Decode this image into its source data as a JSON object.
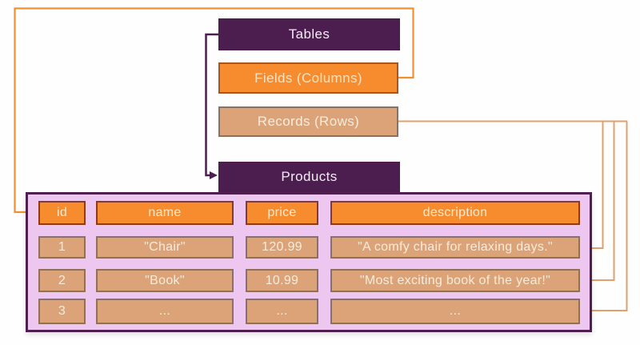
{
  "concepts": {
    "tables": {
      "label": "Tables"
    },
    "fields": {
      "label": "Fields (Columns)"
    },
    "records": {
      "label": "Records (Rows)"
    },
    "products": {
      "label": "Products"
    }
  },
  "db_table": {
    "columns": [
      "id",
      "name",
      "price",
      "description"
    ],
    "rows": [
      {
        "cells": [
          "1",
          "\"Chair\"",
          "120.99",
          "\"A comfy chair for relaxing days.\""
        ]
      },
      {
        "cells": [
          "2",
          "\"Book\"",
          "10.99",
          "\"Most exciting book of the year!\""
        ]
      },
      {
        "cells": [
          "3",
          "...",
          "...",
          "..."
        ]
      }
    ]
  },
  "connectors": [
    {
      "id": "tables-to-products",
      "from": "Tables",
      "to": "Products table",
      "color": "#4c1e4f"
    },
    {
      "id": "fields-to-id-column",
      "from": "Fields (Columns)",
      "to": "id column header",
      "color": "#f0912e"
    },
    {
      "id": "records-to-row-1",
      "from": "Records (Rows)",
      "to": "record row 1",
      "color": "#e2a16b"
    },
    {
      "id": "records-to-row-2",
      "from": "Records (Rows)",
      "to": "record row 2",
      "color": "#e2a16b"
    },
    {
      "id": "records-to-row-3",
      "from": "Records (Rows)",
      "to": "record row 3",
      "color": "#e2a16b"
    }
  ],
  "colors": {
    "deep_purple": "#4c1e4f",
    "vivid_orange": "#f78c2e",
    "orange_box_border": "#a8561c",
    "header_cell_border": "#8a3a22",
    "tan": "#dba377",
    "tan_border": "#8d7160",
    "pink_panel": "#edc7ef",
    "panel_border": "#4f1f4f",
    "connector_orange": "#f0912e",
    "connector_tan": "#e2a16b",
    "cream_text": "#f9e9cf",
    "white_text": "#f3ecf3"
  }
}
